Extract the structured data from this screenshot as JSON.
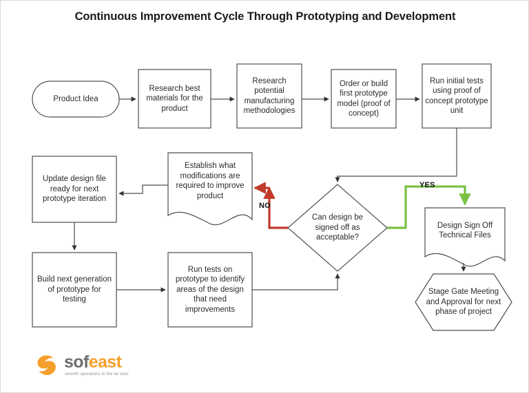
{
  "title": "Continuous Improvement Cycle Through Prototyping and Development",
  "diagram": {
    "type": "flowchart",
    "orientation": "left-to-right with feedback loop",
    "nodes": [
      {
        "id": "product-idea",
        "shape": "stadium",
        "label": "Product Idea"
      },
      {
        "id": "research-materials",
        "shape": "rectangle",
        "label": "Research best materials for the product"
      },
      {
        "id": "research-methods",
        "shape": "rectangle",
        "label": "Research potential manufacturing methodologies"
      },
      {
        "id": "order-prototype",
        "shape": "rectangle",
        "label": "Order or build first prototype model (proof of concept)"
      },
      {
        "id": "run-initial-tests",
        "shape": "rectangle",
        "label": "Run initial tests using proof of concept prototype unit"
      },
      {
        "id": "decision-signoff",
        "shape": "diamond",
        "label": "Can design be signed off as acceptable?"
      },
      {
        "id": "establish-mods",
        "shape": "document",
        "label": "Establish what modifications are required to improve product"
      },
      {
        "id": "update-design",
        "shape": "rectangle",
        "label": "Update design file ready for next prototype iteration"
      },
      {
        "id": "build-next-gen",
        "shape": "rectangle",
        "label": "Build next generation of prototype for testing"
      },
      {
        "id": "run-tests",
        "shape": "rectangle",
        "label": "Run tests on prototype to identify areas of the design that need improvements"
      },
      {
        "id": "design-signoff",
        "shape": "document",
        "label": "Design Sign Off Technical Files"
      },
      {
        "id": "stage-gate",
        "shape": "hexagon",
        "label": "Stage Gate Meeting and Approval for next phase of project"
      }
    ],
    "edge_labels": {
      "no": "NO",
      "yes": "YES"
    },
    "edges": [
      {
        "from": "product-idea",
        "to": "research-materials",
        "label": ""
      },
      {
        "from": "research-materials",
        "to": "research-methods",
        "label": ""
      },
      {
        "from": "research-methods",
        "to": "order-prototype",
        "label": ""
      },
      {
        "from": "order-prototype",
        "to": "run-initial-tests",
        "label": ""
      },
      {
        "from": "run-initial-tests",
        "to": "decision-signoff",
        "label": ""
      },
      {
        "from": "decision-signoff",
        "to": "establish-mods",
        "label": "NO"
      },
      {
        "from": "decision-signoff",
        "to": "design-signoff",
        "label": "YES"
      },
      {
        "from": "establish-mods",
        "to": "update-design",
        "label": ""
      },
      {
        "from": "update-design",
        "to": "build-next-gen",
        "label": ""
      },
      {
        "from": "build-next-gen",
        "to": "run-tests",
        "label": ""
      },
      {
        "from": "run-tests",
        "to": "decision-signoff",
        "label": ""
      },
      {
        "from": "design-signoff",
        "to": "stage-gate",
        "label": ""
      }
    ]
  },
  "colors": {
    "no_branch": "#C0392B",
    "yes_branch": "#7AC143",
    "connector": "#4d4d4d",
    "shape_stroke": "#4d4d4d",
    "text": "#2b2b2b",
    "logo_grey": "#6d6e71",
    "logo_orange": "#f5a02d"
  },
  "logo": {
    "name_part1": "sof",
    "name_part2": "east",
    "tagline": "smooth operations in the far east"
  }
}
